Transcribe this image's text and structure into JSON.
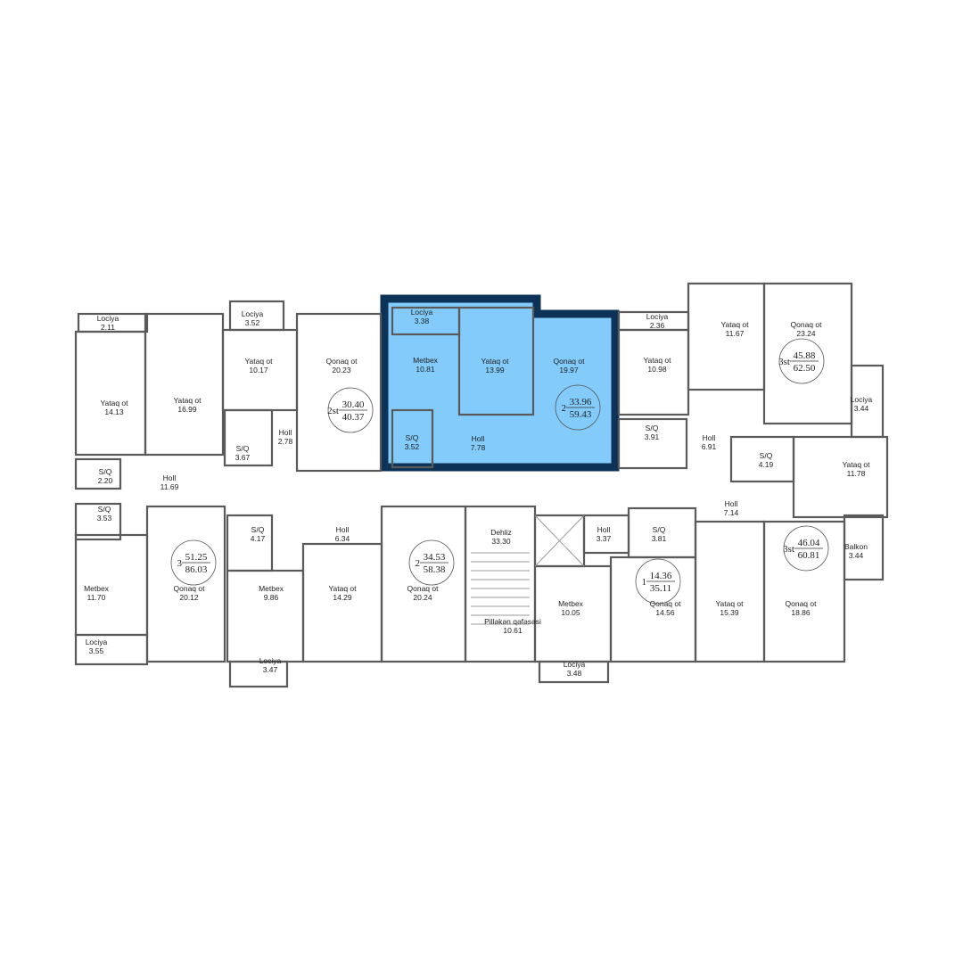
{
  "colors": {
    "highlight_fill": "#82cbfb",
    "highlight_border": "#0d3257",
    "wall": "#5a5a5a"
  },
  "selected_apartment": {
    "rooms": 2,
    "living_area": "33.96",
    "total_area": "59.43"
  },
  "rooms": [
    {
      "name": "Lociya",
      "area": "2.11"
    },
    {
      "name": "Yataq ot",
      "area": "14.13"
    },
    {
      "name": "Yataq ot",
      "area": "16.99"
    },
    {
      "name": "Lociya",
      "area": "3.52"
    },
    {
      "name": "Yataq ot",
      "area": "10.17"
    },
    {
      "name": "Qonaq ot",
      "area": "20.23"
    },
    {
      "name": "Holl",
      "area": "2.78"
    },
    {
      "name": "S/Q",
      "area": "3.67"
    },
    {
      "name": "S/Q",
      "area": "2.20"
    },
    {
      "name": "Holl",
      "area": "11.69"
    },
    {
      "name": "Lociya",
      "area": "3.38"
    },
    {
      "name": "Metbex",
      "area": "10.81"
    },
    {
      "name": "Yataq ot",
      "area": "13.99"
    },
    {
      "name": "Qonaq ot",
      "area": "19.97"
    },
    {
      "name": "S/Q",
      "area": "3.52"
    },
    {
      "name": "Holl",
      "area": "7.78"
    },
    {
      "name": "Lociya",
      "area": "2.36"
    },
    {
      "name": "Yataq ot",
      "area": "10.98"
    },
    {
      "name": "Yataq ot",
      "area": "11.67"
    },
    {
      "name": "Qonaq ot",
      "area": "23.24"
    },
    {
      "name": "Lociya",
      "area": "3.44"
    },
    {
      "name": "S/Q",
      "area": "3.91"
    },
    {
      "name": "Holl",
      "area": "6.91"
    },
    {
      "name": "S/Q",
      "area": "4.19"
    },
    {
      "name": "Yataq ot",
      "area": "11.78"
    },
    {
      "name": "S/Q",
      "area": "3.53"
    },
    {
      "name": "Metbex",
      "area": "11.70"
    },
    {
      "name": "Lociya",
      "area": "3.55"
    },
    {
      "name": "Qonaq ot",
      "area": "20.12"
    },
    {
      "name": "S/Q",
      "area": "4.17"
    },
    {
      "name": "Holl",
      "area": "6.34"
    },
    {
      "name": "Metbex",
      "area": "9.86"
    },
    {
      "name": "Yataq ot",
      "area": "14.29"
    },
    {
      "name": "Qonaq ot",
      "area": "20.24"
    },
    {
      "name": "Lociya",
      "area": "3.47"
    },
    {
      "name": "Dehliz",
      "area": "33.30"
    },
    {
      "name": "Pilləkən qəfəsəsi",
      "area": "10.61"
    },
    {
      "name": "Holl",
      "area": "3.37"
    },
    {
      "name": "S/Q",
      "area": "3.81"
    },
    {
      "name": "Metbex",
      "area": "10.05"
    },
    {
      "name": "Lociya",
      "area": "3.48"
    },
    {
      "name": "Qonaq ot",
      "area": "14.56"
    },
    {
      "name": "Yataq ot",
      "area": "15.39"
    },
    {
      "name": "Qonaq ot",
      "area": "18.86"
    },
    {
      "name": "Holl",
      "area": "7.14"
    },
    {
      "name": "Balkon",
      "area": "3.44"
    }
  ],
  "apartments": [
    {
      "rooms": "2st",
      "living": "30.40",
      "total": "40.37"
    },
    {
      "rooms": "2",
      "living": "33.96",
      "total": "59.43"
    },
    {
      "rooms": "3st",
      "living": "45.88",
      "total": "62.50"
    },
    {
      "rooms": "3",
      "living": "51.25",
      "total": "86.03"
    },
    {
      "rooms": "2",
      "living": "34.53",
      "total": "58.38"
    },
    {
      "rooms": "1",
      "living": "14.36",
      "total": "35.11"
    },
    {
      "rooms": "3st",
      "living": "46.04",
      "total": "60.81"
    }
  ]
}
